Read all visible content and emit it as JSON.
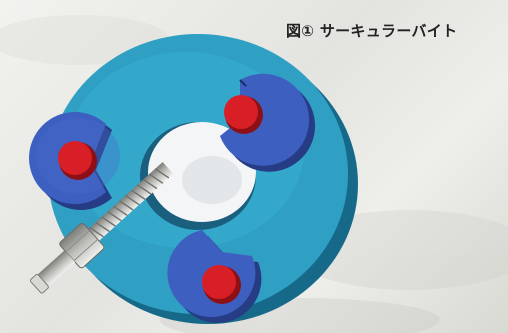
{
  "figure": {
    "caption": "図① サーキュラーバイト",
    "colors": {
      "disc": "#2fa0c4",
      "disc_edge": "#17698a",
      "cutter": "#3d5fc0",
      "cutter_edge": "#263d85",
      "cutter_core": "#d91f26",
      "bolt": "#c9c9c6"
    },
    "parts": [
      "circular-disc",
      "cutter-insert",
      "bolt"
    ]
  }
}
